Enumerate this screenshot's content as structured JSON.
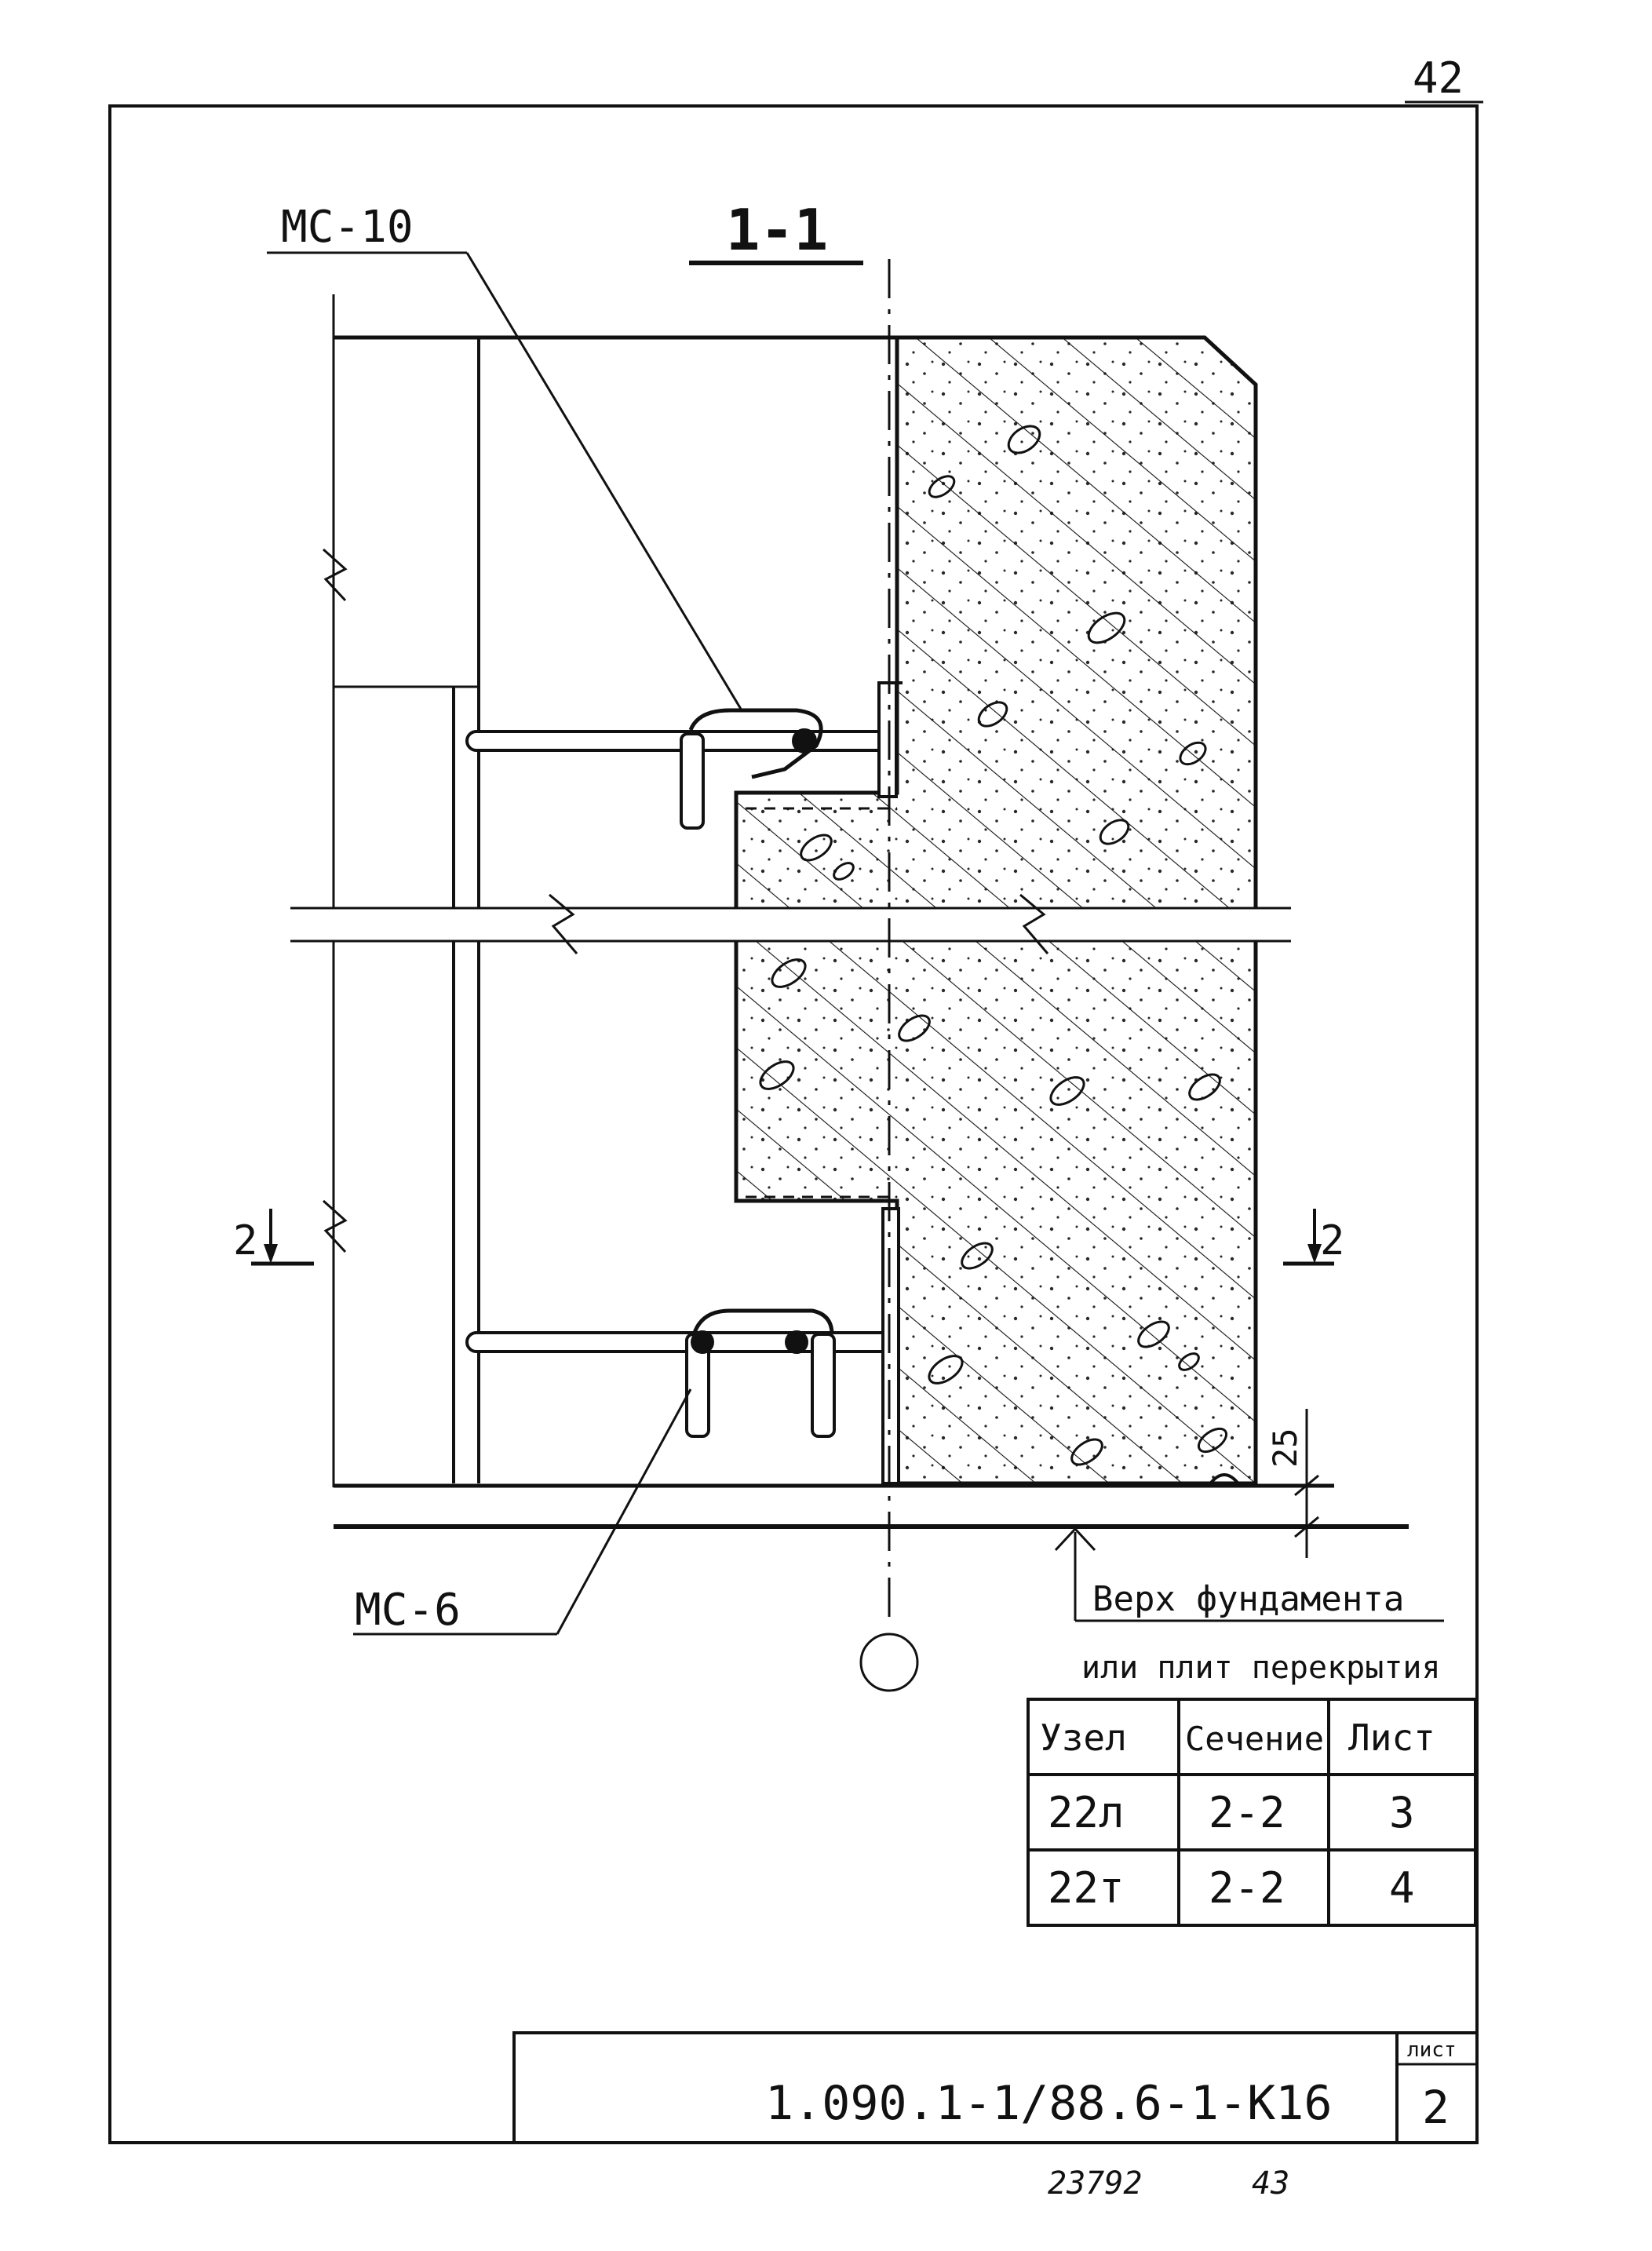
{
  "sheet": {
    "page_number": "42",
    "section_title": "1-1",
    "labels": {
      "mc10": "МС-10",
      "mc6": "МС-6",
      "cut_left": "2",
      "cut_right": "2",
      "dimension": "25"
    },
    "note_line1": "Верх фундамента",
    "note_line2": "или плит перекрытия",
    "table": {
      "headers": [
        "Узел",
        "Сечение",
        "Лист"
      ],
      "rows": [
        [
          "22л",
          "2-2",
          "3"
        ],
        [
          "22т",
          "2-2",
          "4"
        ]
      ]
    },
    "title_block": {
      "code": "1.090.1-1/88.6-1-К16",
      "sheet_label": "лист",
      "sheet_number": "2"
    },
    "footer": {
      "inventory_number": "23792",
      "page": "43"
    }
  }
}
